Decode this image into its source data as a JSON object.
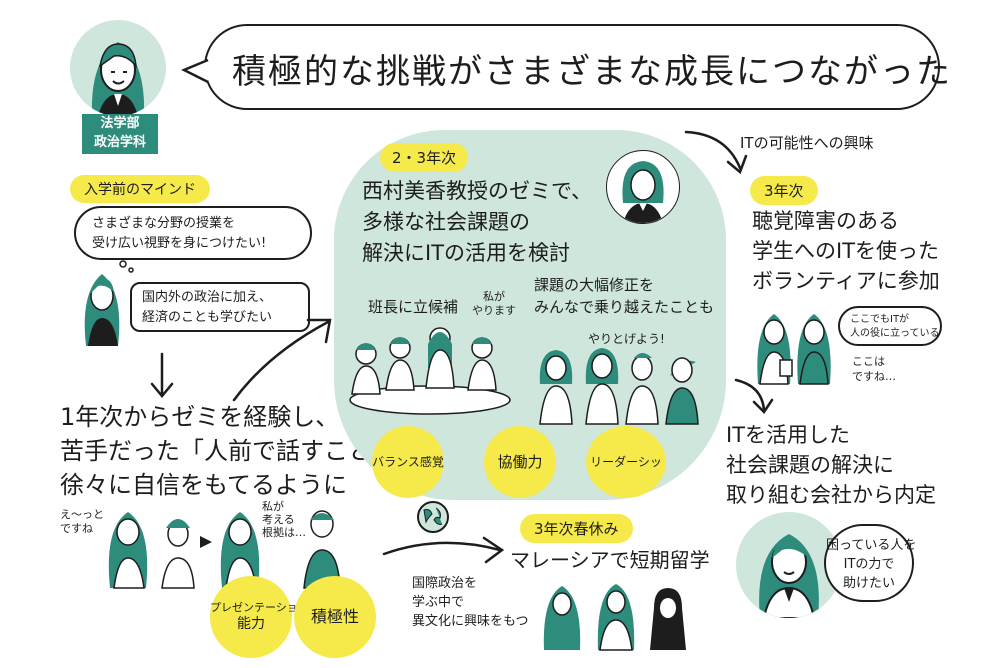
{
  "colors": {
    "accent_yellow": "#f6e94a",
    "mint": "#cfe6dc",
    "teal_hair": "#2e8c7c",
    "ink": "#1d1d1d"
  },
  "profile": {
    "line1": "法学部",
    "line2": "政治学科"
  },
  "headline": "積極的な挑戦がさまざまな成長につながった",
  "before": {
    "tag": "入学前のマインド",
    "bubble_line1": "さまざまな分野の授業を",
    "bubble_line2": "受け広い視野を身につけたい!",
    "note_line1": "国内外の政治に加え、",
    "note_line2": "経済のことも学びたい"
  },
  "first_year": {
    "line1": "1年次からゼミを経験し、",
    "line2": "苦手だった「人前で話すこと」に",
    "line3": "徐々に自信をもてるように",
    "speech_left_1": "え〜っと",
    "speech_left_2": "ですね",
    "speech_right_1": "私が",
    "speech_right_2": "考える",
    "speech_right_3": "根拠は…",
    "skill_presentation_1": "プレゼンテーション",
    "skill_presentation_2": "能力",
    "skill_positivity": "積極性"
  },
  "mid_years": {
    "tag": "2・3年次",
    "title_line1": "西村美香教授のゼミで、",
    "title_line2": "多様な社会課題の",
    "title_line3": "解決にITの活用を検討",
    "left_caption": "班長に立候補",
    "left_speech_1": "私が",
    "left_speech_2": "やります",
    "right_caption_1": "課題の大幅修正を",
    "right_caption_2": "みんなで乗り越えたことも",
    "right_speech": "やりとげよう!",
    "skill_balance": "バランス感覚",
    "skill_cooperation": "協働力",
    "skill_leadership": "リーダーシップ"
  },
  "it_interest": "ITの可能性への興味",
  "third_year": {
    "tag": "3年次",
    "line1": "聴覚障害のある",
    "line2": "学生へのITを使った",
    "line3": "ボランティアに参加",
    "speech1_line1": "ここでもITが",
    "speech1_line2": "人の役に立っている",
    "speech2_line1": "ここは",
    "speech2_line2": "ですね…"
  },
  "job": {
    "line1": "ITを活用した",
    "line2": "社会課題の解決に",
    "line3": "取り組む会社から内定",
    "bubble_line1": "困っている人を",
    "bubble_line2": "ITの力で",
    "bubble_line3": "助けたい"
  },
  "spring": {
    "tag": "3年次春休み",
    "title": "マレーシアで短期留学",
    "globe_note_1": "国際政治を",
    "globe_note_2": "学ぶ中で",
    "globe_note_3": "異文化に興味をもつ"
  }
}
